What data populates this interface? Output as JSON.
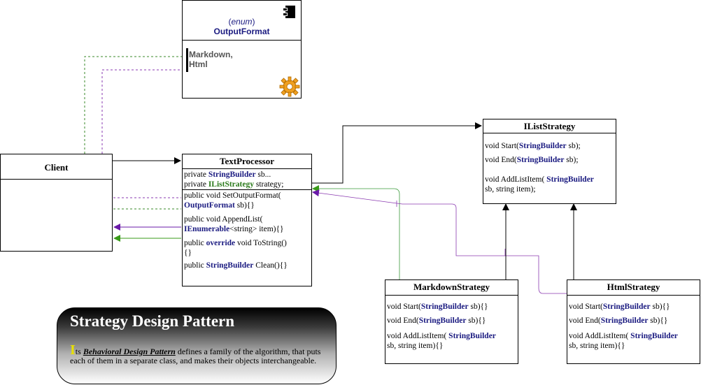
{
  "enum_box": {
    "stereotype": "enum",
    "name": "OutputFormat",
    "values": [
      "Markdown,",
      "Html"
    ]
  },
  "client": {
    "name": "Client"
  },
  "text_processor": {
    "name": "TextProcessor",
    "fields": [
      {
        "pre": "private ",
        "type": "StringBuilder",
        "post": " sb..."
      },
      {
        "pre": "private ",
        "type": "IListStrategy",
        "post": " strategy;"
      }
    ],
    "methods": {
      "m1_a": "public void SetOutputFormat(",
      "m1_type": "OutputFormat",
      "m1_b": " sb){}",
      "m2_a": "public void AppendList(",
      "m2_type": "IEnumerable",
      "m2_b": "<string>  item){}",
      "m3_a": "public ",
      "m3_kw": "override",
      "m3_b": " void ToString()",
      "m3_c": "{}",
      "m4_a": "public ",
      "m4_type": "StringBuilder",
      "m4_b": " Clean(){}"
    }
  },
  "ilist_strategy": {
    "name": "IListStrategy",
    "start_a": "void Start(",
    "start_type": "StringBuilder",
    "start_b": " sb);",
    "end_a": "void End(",
    "end_type": "StringBuilder",
    "end_b": " sb);",
    "add_a": "void AddListItem( ",
    "add_type": "StringBuilder",
    "add_b": "sb, string item);"
  },
  "markdown_strategy": {
    "name": "MarkdownStrategy",
    "start_a": "void Start(",
    "start_type": "StringBuilder",
    "start_b": " sb){}",
    "end_a": "void End(",
    "end_type": "StringBuilder",
    "end_b": " sb){}",
    "add_a": "void AddListItem( ",
    "add_type": "StringBuilder",
    "add_b": "sb, string item){}"
  },
  "html_strategy": {
    "name": "HtmlStrategy",
    "start_a": "void Start(",
    "start_type": "StringBuilder",
    "start_b": " sb){}",
    "end_a": "void End(",
    "end_type": "StringBuilder",
    "end_b": " sb){}",
    "add_a": "void AddListItem( ",
    "add_type": "StringBuilder",
    "add_b": "sb, string item){}"
  },
  "pattern_note": {
    "title": "Strategy Design Pattern",
    "drop_cap": "I",
    "body_a": "ts ",
    "body_em": "Behavioral Design Pattern",
    "body_b": " defines a family of the algorithm, that puts each of them in a separate class, and makes their objects interchangeable."
  },
  "colors": {
    "navy": "#1a1a80",
    "green": "#2a7a1a",
    "purple": "#7a2ab0",
    "note_top": "#555555",
    "note_bottom": "#ffffff",
    "drop_cap": "#e8e000"
  }
}
